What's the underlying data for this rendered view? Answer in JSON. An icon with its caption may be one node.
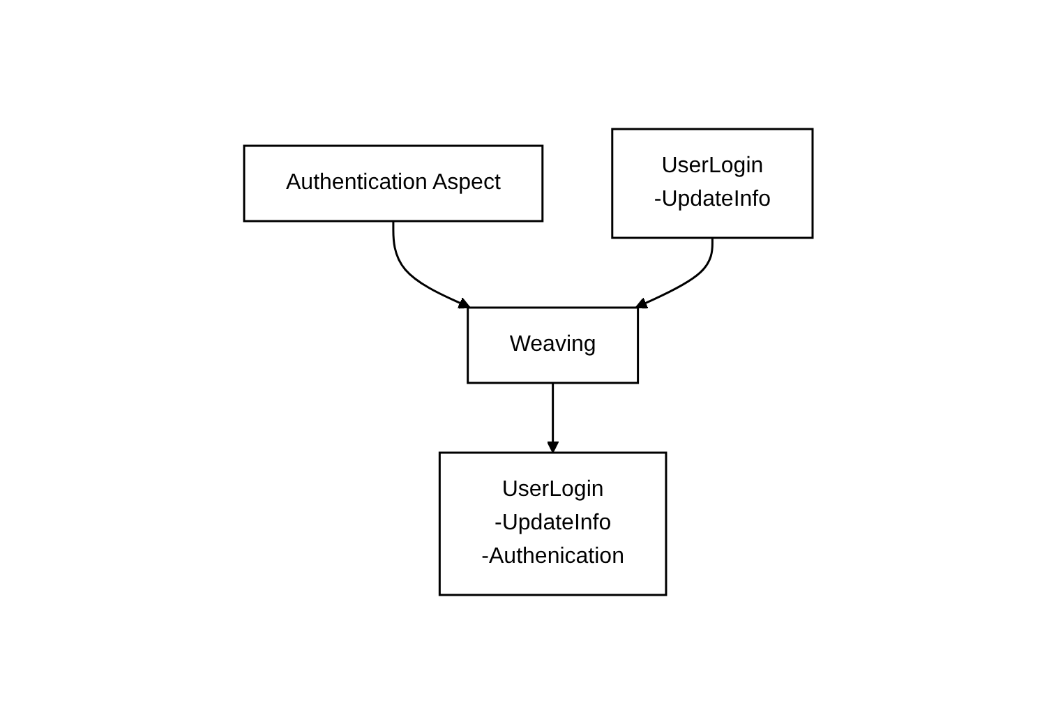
{
  "diagram": {
    "nodes": [
      {
        "text": [
          "Authentication Aspect"
        ]
      },
      {
        "text": [
          "Weaving"
        ]
      },
      {
        "text": [
          "UserLogin",
          "-UpdateInfo",
          "-Authenication"
        ]
      },
      {
        "text": [
          "UserLogin",
          "-UpdateInfo"
        ]
      }
    ],
    "edges": [
      {
        "from": 0,
        "to": 1,
        "arrow": "to"
      },
      {
        "from": 1,
        "to": 2,
        "arrow": "to"
      },
      {
        "from": 3,
        "to": 1,
        "arrow": "to"
      }
    ]
  }
}
